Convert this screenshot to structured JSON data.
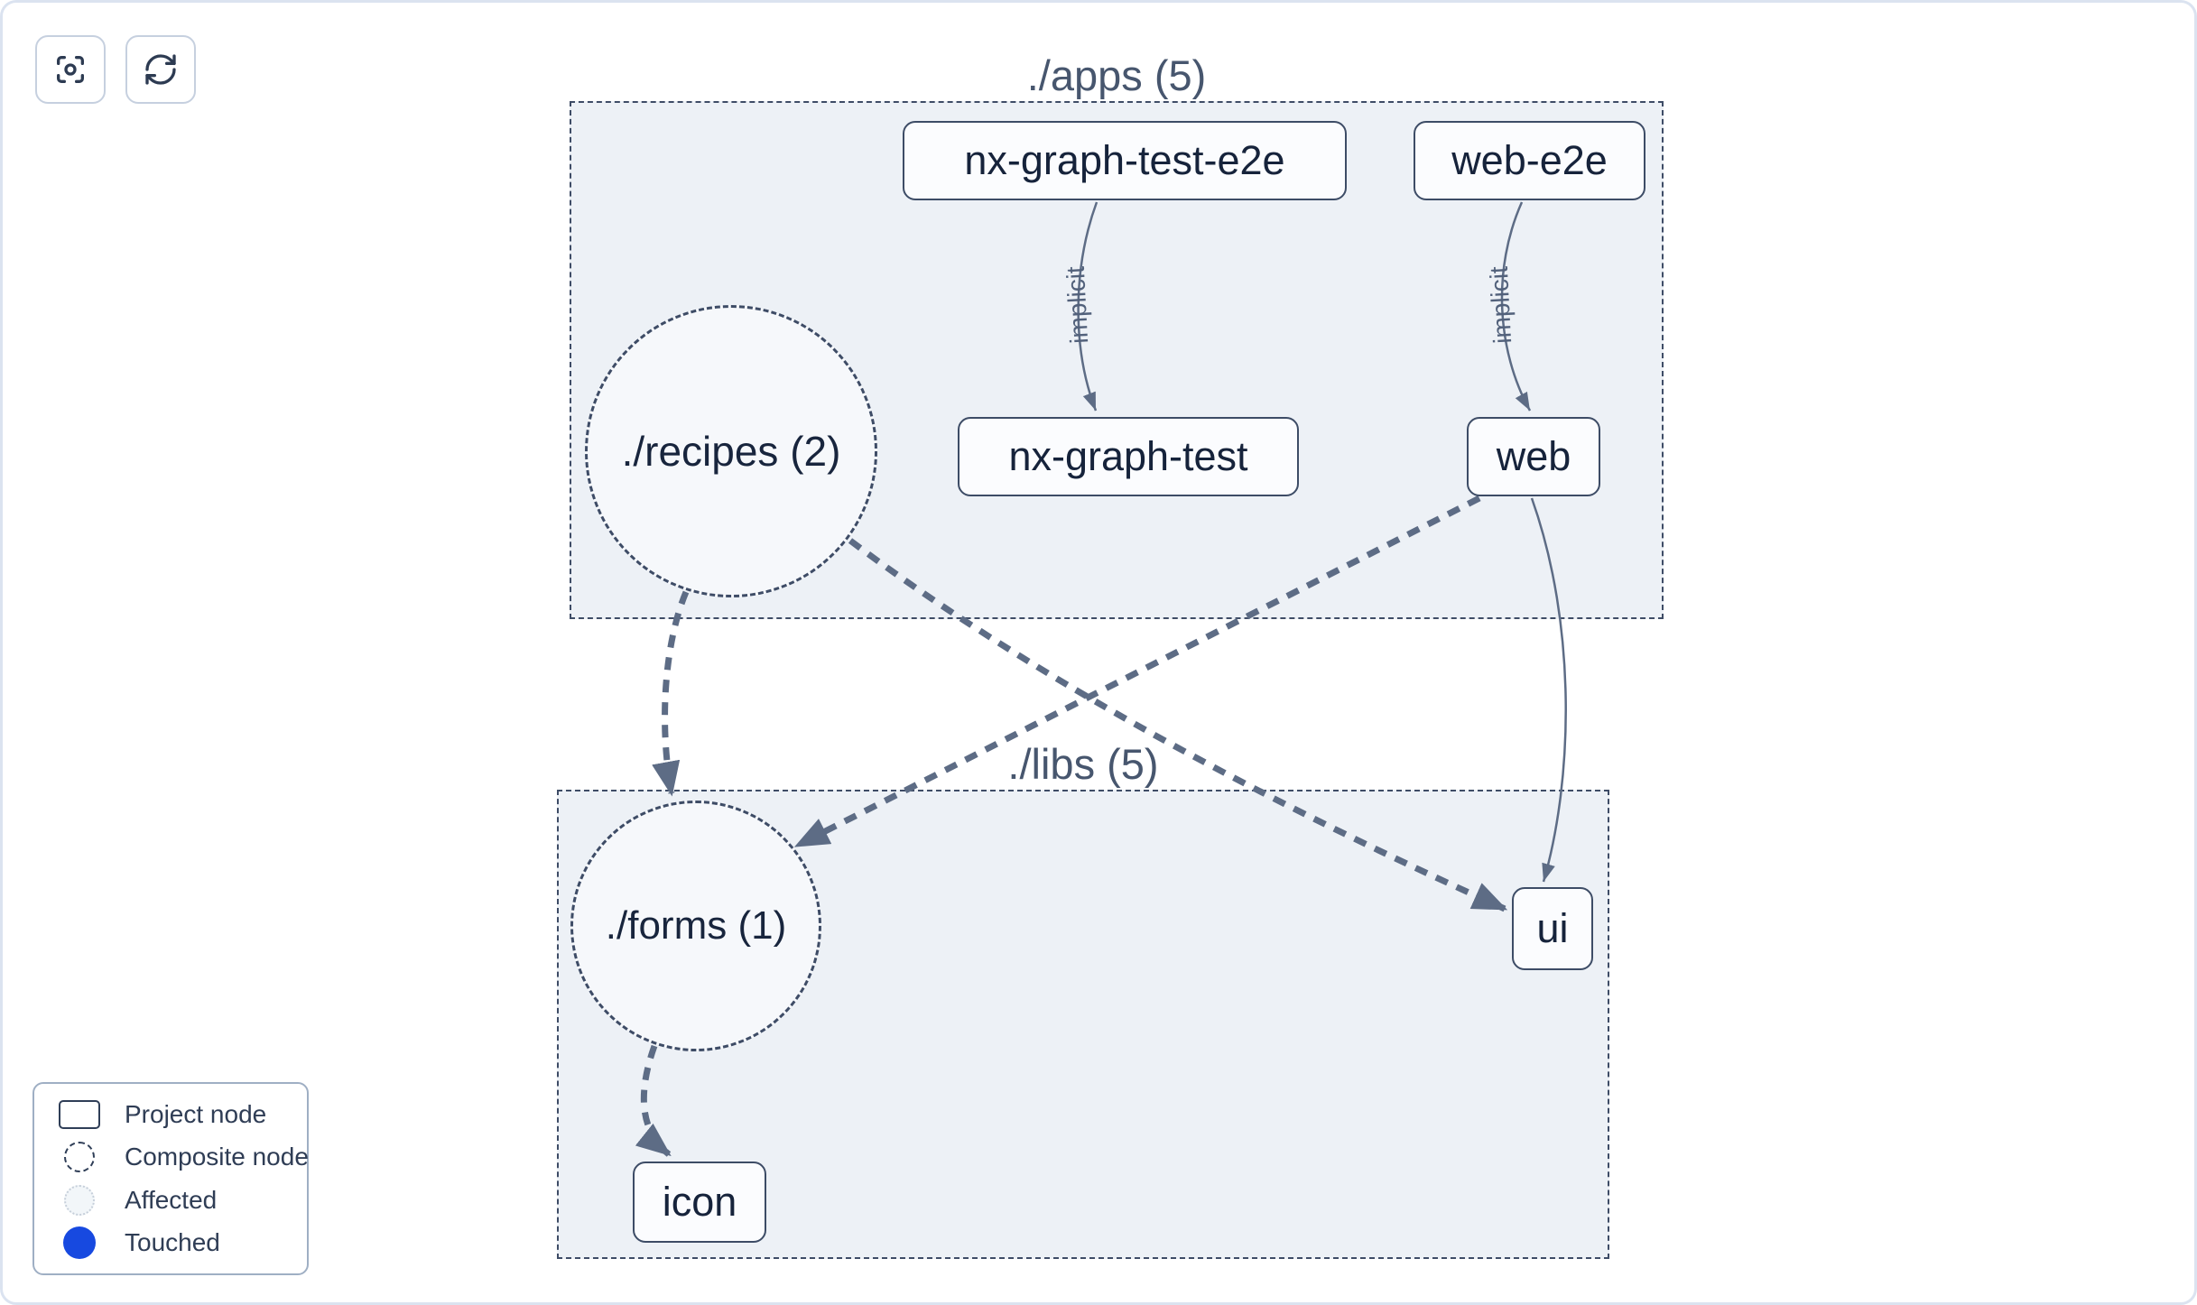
{
  "toolbar": {
    "buttons": [
      {
        "name": "focus",
        "icon": "crosshair-focus-icon"
      },
      {
        "name": "refresh",
        "icon": "refresh-icon"
      }
    ]
  },
  "groups": {
    "apps": {
      "label": "./apps (5)"
    },
    "libs": {
      "label": "./libs (5)"
    }
  },
  "composite_nodes": {
    "recipes": {
      "label": "./recipes (2)"
    },
    "forms": {
      "label": "./forms (1)"
    }
  },
  "project_nodes": {
    "nx_graph_test_e2e": {
      "label": "nx-graph-test-e2e"
    },
    "web_e2e": {
      "label": "web-e2e"
    },
    "nx_graph_test": {
      "label": "nx-graph-test"
    },
    "web": {
      "label": "web"
    },
    "ui": {
      "label": "ui"
    },
    "icon": {
      "label": "icon"
    }
  },
  "edges": [
    {
      "from": "nx-graph-test-e2e",
      "to": "nx-graph-test",
      "label": "implicit",
      "style": "solid"
    },
    {
      "from": "web-e2e",
      "to": "web",
      "label": "implicit",
      "style": "solid"
    },
    {
      "from": "./recipes (2)",
      "to": "./forms (1)",
      "label": "",
      "style": "dashed"
    },
    {
      "from": "./recipes (2)",
      "to": "ui",
      "label": "",
      "style": "dashed"
    },
    {
      "from": "web",
      "to": "./forms (1)",
      "label": "",
      "style": "dashed"
    },
    {
      "from": "web",
      "to": "ui",
      "label": "",
      "style": "solid"
    },
    {
      "from": "./forms (1)",
      "to": "icon",
      "label": "",
      "style": "dashed"
    }
  ],
  "legend": {
    "items": [
      {
        "label": "Project node",
        "type": "project-node"
      },
      {
        "label": "Composite node",
        "type": "composite-node"
      },
      {
        "label": "Affected",
        "type": "affected"
      },
      {
        "label": "Touched",
        "type": "touched"
      }
    ]
  },
  "colors": {
    "touched_blue": "#1749e0",
    "edge": "#5d6c85",
    "group_fill": "#edf1f6",
    "group_border": "#3e4c66"
  }
}
